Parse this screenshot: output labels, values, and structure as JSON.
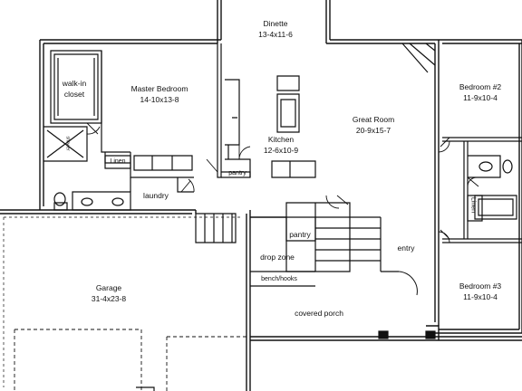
{
  "rooms": {
    "dinette": {
      "name": "Dinette",
      "dims": "13-4x11-6"
    },
    "master_bedroom": {
      "name": "Master Bedroom",
      "dims": "14-10x13-8"
    },
    "walk_in_closet": {
      "name": "walk-in closet"
    },
    "kitchen": {
      "name": "Kitchen",
      "dims": "12-6x10-9"
    },
    "great_room": {
      "name": "Great Room",
      "dims": "20-9x15-7"
    },
    "bedroom_2": {
      "name": "Bedroom #2",
      "dims": "11-9x10-4"
    },
    "bedroom_3": {
      "name": "Bedroom #3",
      "dims": "11-9x10-4"
    },
    "garage": {
      "name": "Garage",
      "dims": "31-4x23-8"
    },
    "laundry": {
      "name": "laundry"
    },
    "linen_master": {
      "name": "Linen"
    },
    "linen_bath": {
      "name": "Linen"
    },
    "pantry_kitchen": {
      "name": "pantry"
    },
    "pantry_drop": {
      "name": "pantry"
    },
    "drop_zone": {
      "name": "drop zone"
    },
    "bench_hooks": {
      "name": "bench/hooks"
    },
    "entry": {
      "name": "entry"
    },
    "covered_porch": {
      "name": "covered porch"
    },
    "shower": {
      "name": "shower"
    }
  }
}
